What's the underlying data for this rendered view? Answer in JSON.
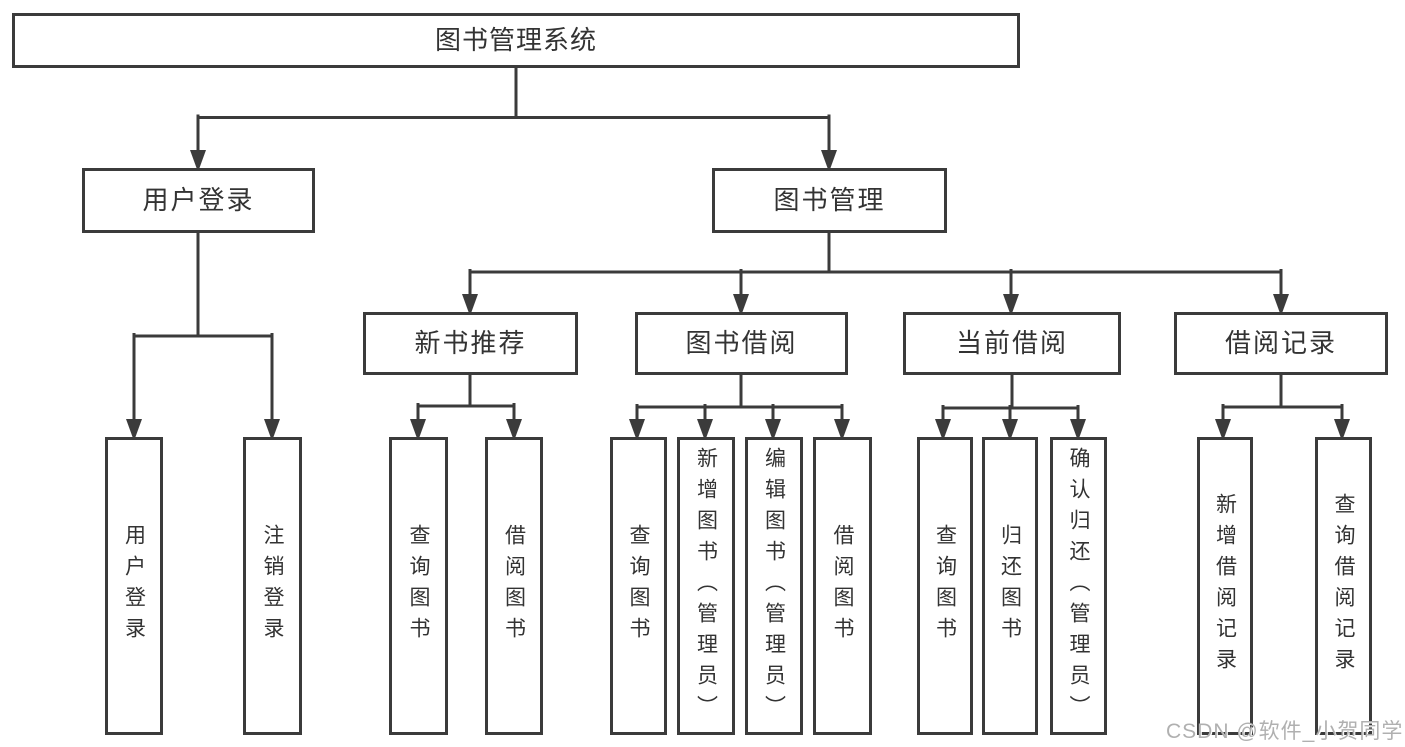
{
  "diagram": {
    "root": {
      "label": "图书管理系统"
    },
    "level2": {
      "user_login": {
        "label": "用户登录",
        "children": {
          "login": {
            "label": "用户登录"
          },
          "logout": {
            "label": "注销登录"
          }
        }
      },
      "book_mgmt": {
        "label": "图书管理",
        "children": {
          "new_books": {
            "label": "新书推荐",
            "children": {
              "query": {
                "label": "查询图书"
              },
              "borrow": {
                "label": "借阅图书"
              }
            }
          },
          "book_borrow": {
            "label": "图书借阅",
            "children": {
              "query": {
                "label": "查询图书"
              },
              "add": {
                "label": "新增图书（管理员）"
              },
              "edit": {
                "label": "编辑图书（管理员）"
              },
              "borrow": {
                "label": "借阅图书"
              }
            }
          },
          "current_borrow": {
            "label": "当前借阅",
            "children": {
              "query": {
                "label": "查询图书"
              },
              "return": {
                "label": "归还图书"
              },
              "confirm": {
                "label": "确认归还（管理员）"
              }
            }
          },
          "borrow_records": {
            "label": "借阅记录",
            "children": {
              "add": {
                "label": "新增借阅记录"
              },
              "query": {
                "label": "查询借阅记录"
              }
            }
          }
        }
      }
    }
  },
  "watermark": {
    "text": "CSDN @软件_小贺同学"
  },
  "colors": {
    "line": "#3b3b3b",
    "text": "#333333",
    "watermark": "#b0b0b0",
    "background": "#ffffff"
  }
}
